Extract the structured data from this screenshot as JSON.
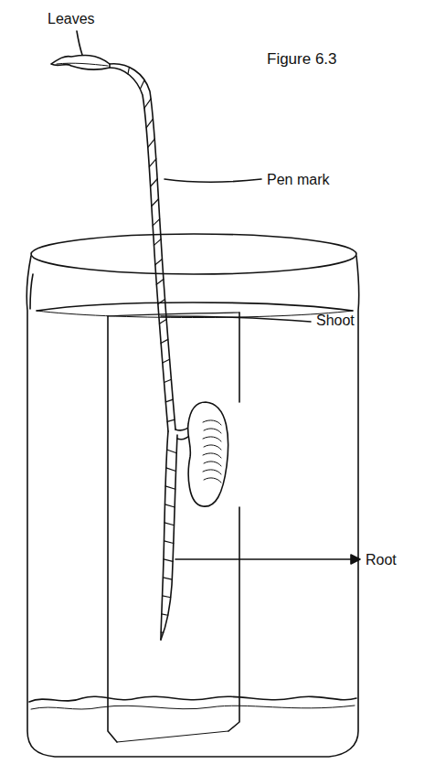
{
  "diagram": {
    "labels": [
      "Leaves",
      "Figure 6.3",
      "Pen mark",
      "Shoot",
      "Root"
    ]
  }
}
